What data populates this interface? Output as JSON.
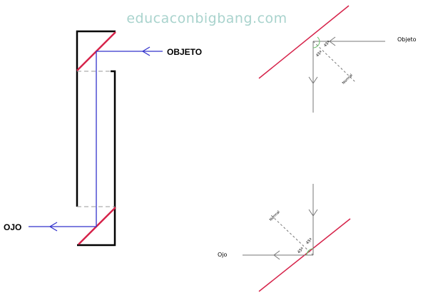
{
  "watermark": "educaconbigbang.com",
  "periscope": {
    "object_label": "OBJETO",
    "eye_label": "OJO"
  },
  "top_detail": {
    "object_label": "Objeto",
    "angle_incidence": "45º",
    "angle_reflection": "45º",
    "normal_label": "Normal"
  },
  "bottom_detail": {
    "eye_label": "Ojo",
    "angle_incidence": "45º",
    "angle_reflection": "45º",
    "normal_label": "Normal"
  },
  "colors": {
    "mirror": "#d6234a",
    "ray_periscope": "#3333cc",
    "ray_detail": "#777777",
    "body": "#000000",
    "dashed": "#999999",
    "angle_arc": "#6fbf6f",
    "watermark": "#a9d3cd"
  }
}
